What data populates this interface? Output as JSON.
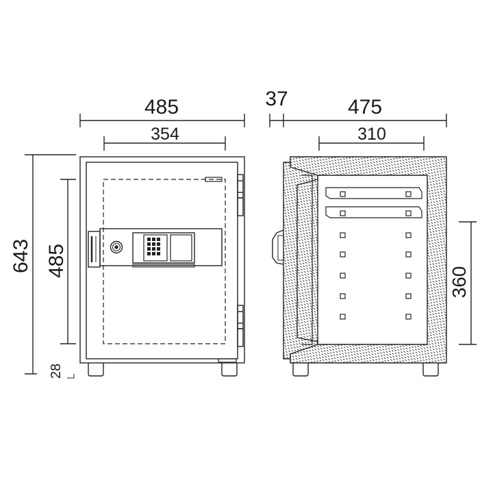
{
  "front_view": {
    "overall_width": "485",
    "inner_width": "354",
    "overall_height": "643",
    "inner_height": "485",
    "foot_height": "28"
  },
  "side_view": {
    "door_thickness": "37",
    "overall_depth": "475",
    "inner_depth": "310",
    "inner_height": "360"
  }
}
